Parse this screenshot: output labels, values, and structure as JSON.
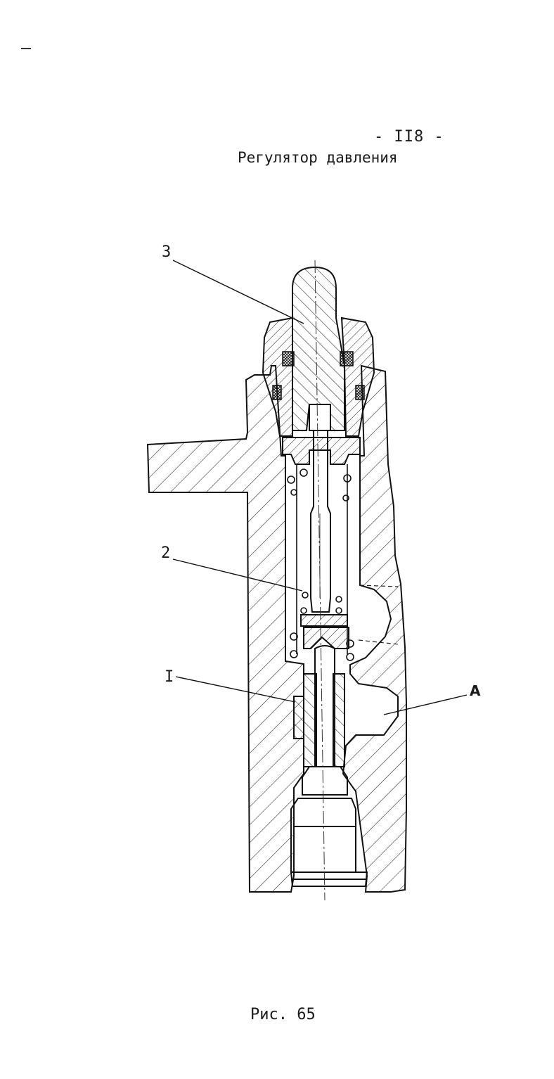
{
  "page": {
    "number": "- II8 -",
    "title": "Регулятор давления",
    "caption": "Рис. 65"
  },
  "callouts": {
    "part3": "3",
    "part2": "2",
    "part1": "I",
    "zoneA": "A"
  }
}
